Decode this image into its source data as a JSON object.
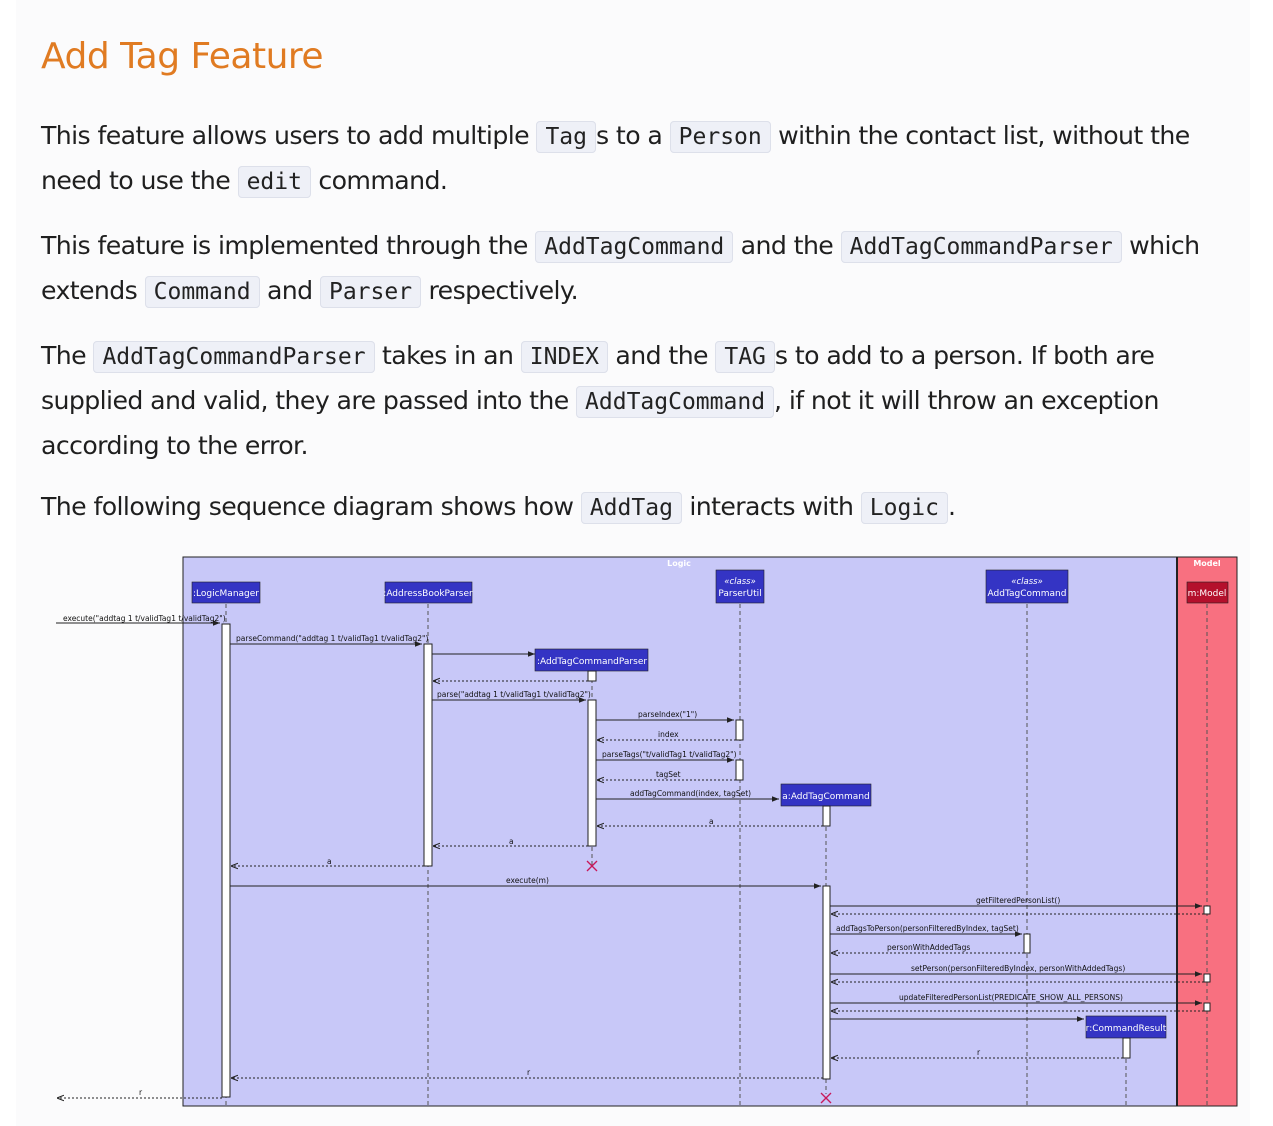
{
  "title": "Add Tag Feature",
  "p1": {
    "t1": "This feature allows users to add multiple ",
    "c1": "Tag",
    "t2": "s to a ",
    "c2": "Person",
    "t3": " within the contact list, without the need to use the ",
    "c3": "edit",
    "t4": " command."
  },
  "p2": {
    "t1": "This feature is implemented through the ",
    "c1": "AddTagCommand",
    "t2": " and the ",
    "c2": "AddTagCommandParser",
    "t3": " which extends ",
    "c3": "Command",
    "t4": " and ",
    "c4": "Parser",
    "t5": " respectively."
  },
  "p3": {
    "t1": "The ",
    "c1": "AddTagCommandParser",
    "t2": " takes in an ",
    "c2": "INDEX",
    "t3": " and the ",
    "c3": "TAG",
    "t4": "s to add to a person. If both are supplied and valid, they are passed into the ",
    "c4": "AddTagCommand",
    "t5": ", if not it will throw an exception according to the error."
  },
  "p4": {
    "t1": "The following sequence diagram shows how ",
    "c1": "AddTag",
    "t2": " interacts with ",
    "c2": "Logic",
    "t3": "."
  },
  "diagram": {
    "colors": {
      "logic_bg": "#c8c8f8",
      "model_bg": "#f87080",
      "participant": "#3434c4",
      "model_participant": "#b4102c",
      "destroy": "#c8185a"
    },
    "boxes": {
      "logic": "Logic",
      "model": "Model"
    },
    "participants": {
      "logic_manager": ":LogicManager",
      "address_book_parser": ":AddressBookParser",
      "add_tag_command_parser": ":AddTagCommandParser",
      "parser_util_stereo": "«class»",
      "parser_util": "ParserUtil",
      "add_tag_command_stereo": "«class»",
      "add_tag_command": "AddTagCommand",
      "model": "m:Model",
      "a_add_tag_command": "a:AddTagCommand",
      "command_result": "r:CommandResult"
    },
    "messages": {
      "m1": "execute(\"addtag 1 t/validTag1 t/validTag2\")",
      "m2": "parseCommand(\"addtag 1 t/validTag1 t/validTag2\")",
      "m3": "parse(\"addtag 1 t/validTag1 t/validTag2\")",
      "m4": "parseIndex(\"1\")",
      "m5": "index",
      "m6": "parseTags(\"t/validTag1 t/validTag2\")",
      "m7": "tagSet",
      "m8": "addTagCommand(index, tagSet)",
      "m9": "a",
      "m10": "a",
      "m11": "a",
      "m12": "execute(m)",
      "m13": "getFilteredPersonList()",
      "m14": "addTagsToPerson(personFilteredByIndex, tagSet)",
      "m15": "personWithAddedTags",
      "m16": "setPerson(personFilteredByIndex, personWithAddedTags)",
      "m17": "updateFilteredPersonList(PREDICATE_SHOW_ALL_PERSONS)",
      "m18": "r",
      "m19": "r",
      "m20": "r"
    }
  }
}
